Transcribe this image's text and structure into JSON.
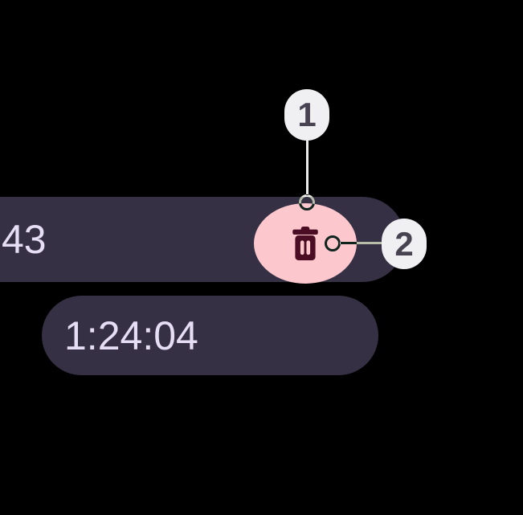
{
  "screen": {
    "description": "Timer app screenshot with annotation callouts on the delete button",
    "background_color": "#000000"
  },
  "timer": {
    "partial_time": "43",
    "main_time": "1:24:04",
    "pill_color": "#353043",
    "text_color": "#E6DEF4"
  },
  "delete_button": {
    "icon": "trash-icon",
    "background_color": "#FCC8CE",
    "icon_color": "#4A0D23"
  },
  "callouts": [
    {
      "number": "1",
      "points_to": "delete-button"
    },
    {
      "number": "2",
      "points_to": "delete-icon"
    }
  ],
  "callout_style": {
    "badge_background": "#F0EFF1",
    "badge_text_color": "#474350",
    "connector_color": "#ECECEC"
  }
}
